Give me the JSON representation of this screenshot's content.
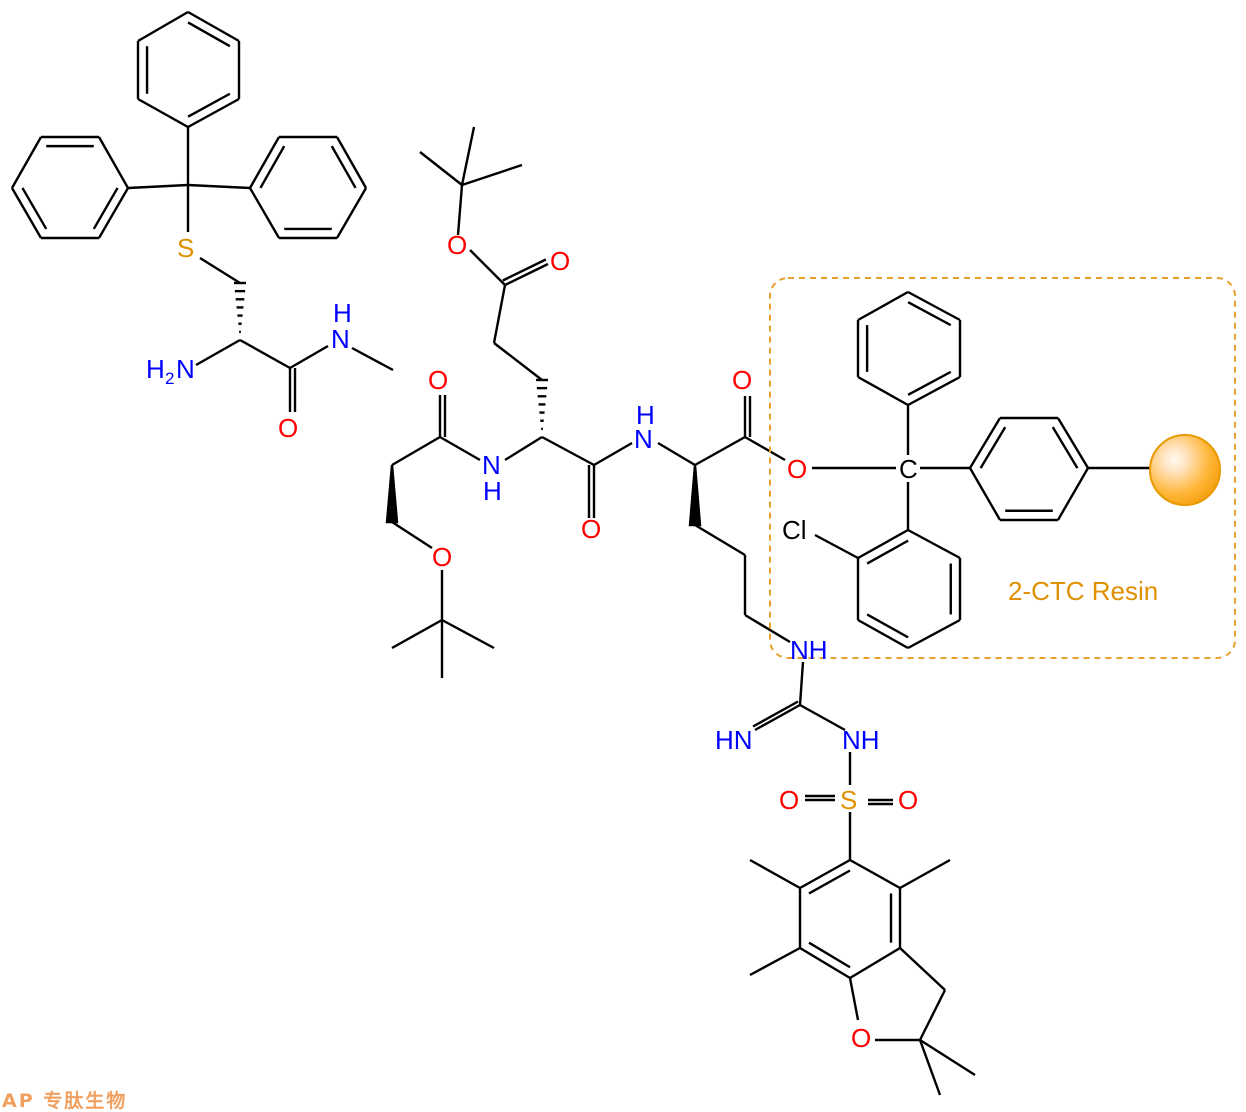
{
  "diagram": {
    "type": "chemical-structure",
    "labels": {
      "s_trityl": "S",
      "h2n": "H",
      "h2n_n": "N",
      "h2n_sub": "2",
      "amide_h1": "H",
      "amide_n1": "N",
      "o1": "O",
      "o2": "O",
      "o_ser": "O",
      "n_ser": "N",
      "h_ser": "H",
      "o_ester": "O",
      "o_ester_dbl": "O",
      "o3": "O",
      "h_glu": "H",
      "n_glu": "N",
      "o4": "O",
      "o_link": "O",
      "c_center": "C",
      "cl": "Cl",
      "nh_arg": "NH",
      "hn_imine": "HN",
      "nh_sulf": "NH",
      "s_sulf": "S",
      "o_sulf_l": "O",
      "o_sulf_r": "O",
      "o_furan": "O"
    },
    "resin_label": "2-CTC Resin",
    "colors": {
      "nitrogen": "#0000ff",
      "oxygen": "#ff0000",
      "sulfur": "#e09000",
      "resin": "#f5a623",
      "box": "#e8a030"
    }
  },
  "watermark": "AP 专肽生物"
}
